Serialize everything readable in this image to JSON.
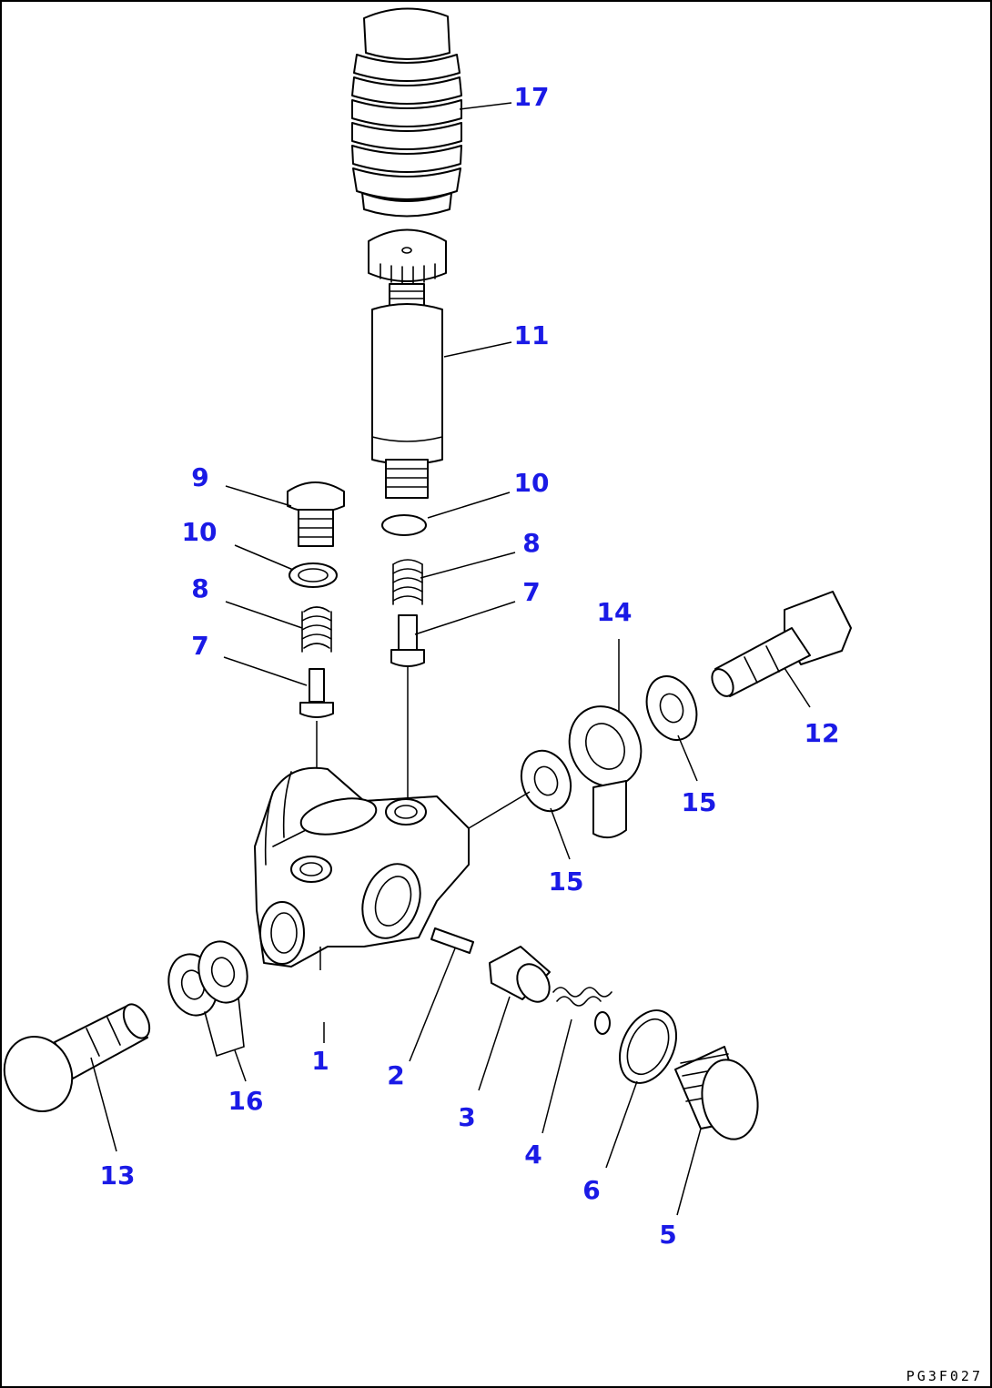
{
  "colors": {
    "callout": "#1a1ae6",
    "line": "#000000",
    "background": "#ffffff"
  },
  "callouts": {
    "c1": "1",
    "c2": "2",
    "c3": "3",
    "c4": "4",
    "c5": "5",
    "c6": "6",
    "c7a": "7",
    "c7b": "7",
    "c8a": "8",
    "c8b": "8",
    "c9": "9",
    "c10a": "10",
    "c10b": "10",
    "c11": "11",
    "c12": "12",
    "c13": "13",
    "c14": "14",
    "c15a": "15",
    "c15b": "15",
    "c16": "16",
    "c17": "17"
  },
  "drawing_code": "PG3F027"
}
